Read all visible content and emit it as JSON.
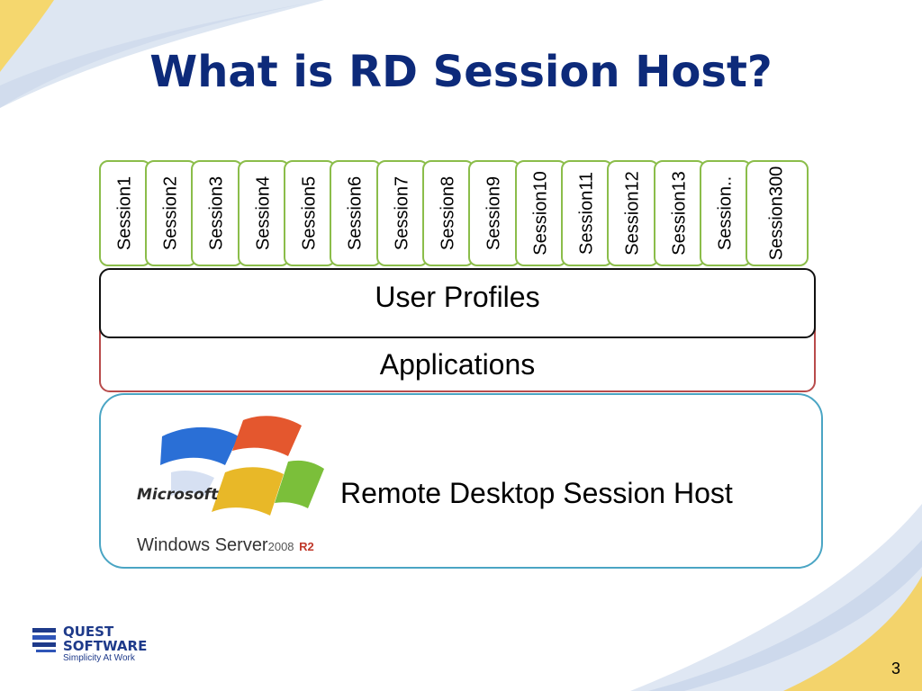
{
  "slide": {
    "title": "What is RD Session Host?",
    "page_number": "3"
  },
  "sessions": [
    "Session1",
    "Session2",
    "Session3",
    "Session4",
    "Session5",
    "Session6",
    "Session7",
    "Session8",
    "Session9",
    "Session10",
    "Session11",
    "Session12",
    "Session13",
    "Session..",
    "Session300"
  ],
  "layers": {
    "user_profiles": "User Profiles",
    "applications": "Applications",
    "host": "Remote Desktop Session Host"
  },
  "windows_logo": {
    "brand": "Microsoft",
    "product": "Windows Server",
    "version": "2008",
    "edition": "R2"
  },
  "footer": {
    "company_line1": "QUEST",
    "company_line2": "SOFTWARE",
    "tagline": "Simplicity At Work"
  },
  "colors": {
    "title": "#0d2a7a",
    "session_border": "#8bbd4a",
    "applications_border": "#b84b4b",
    "host_border": "#4aa5c4"
  }
}
